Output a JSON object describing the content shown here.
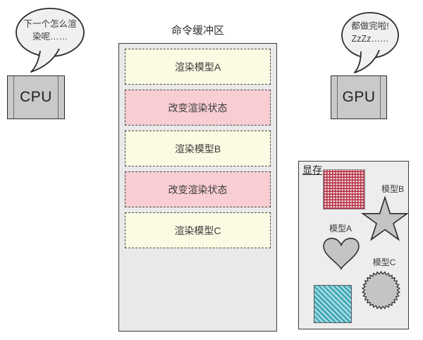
{
  "cpu": {
    "label": "CPU",
    "bubble_text": "下一个怎么渲\n染呢……"
  },
  "gpu": {
    "label": "GPU",
    "bubble_text": "都做完啦!\nZzZz……"
  },
  "buffer": {
    "title": "命令缓冲区",
    "cells": [
      {
        "label": "渲染模型A",
        "type": "render"
      },
      {
        "label": "改变渲染状态",
        "type": "state"
      },
      {
        "label": "渲染模型B",
        "type": "render"
      },
      {
        "label": "改变渲染状态",
        "type": "state"
      },
      {
        "label": "渲染模型C",
        "type": "render"
      }
    ]
  },
  "memory": {
    "title": "显存",
    "model_a_label": "模型A",
    "model_b_label": "模型B",
    "model_c_label": "模型C",
    "shapes": [
      "red-checker-texture",
      "star",
      "heart",
      "burst",
      "teal-hatch-texture"
    ]
  },
  "colors": {
    "cell_render": "#fbfbe3",
    "cell_state": "#f8ced3",
    "box_fill": "#e9e9e9",
    "chip_fill": "#c9c9c9",
    "shape_fill": "#c4c4c4",
    "texture_red": "#b02840",
    "texture_red_bg": "#f2d8d8",
    "texture_teal": "#2f9fb0",
    "texture_teal_bg": "#9fd8de"
  }
}
